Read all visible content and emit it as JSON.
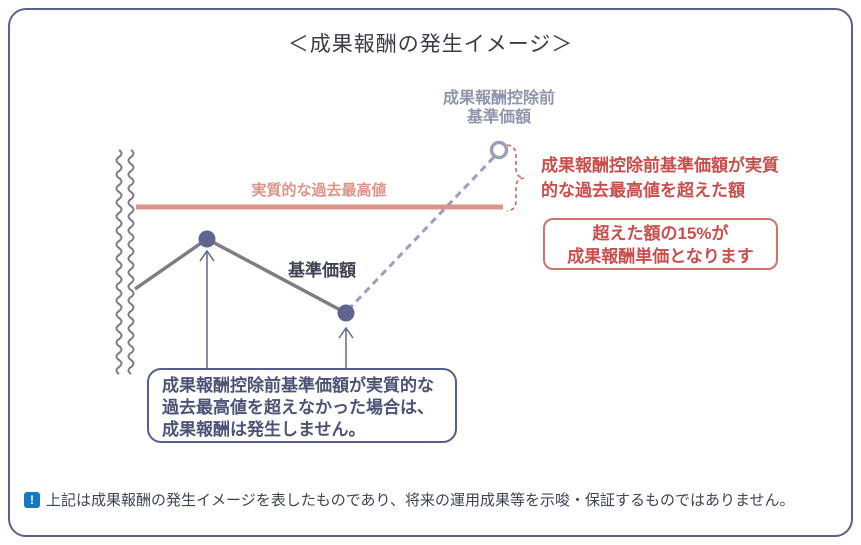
{
  "title": "＜成果報酬の発生イメージ＞",
  "chart": {
    "pre_fee_nav_label_line1": "成果報酬控除前",
    "pre_fee_nav_label_line2": "基準価額",
    "past_high_label": "実質的な過去最高値",
    "nav_label": "基準価額",
    "excess_note_line1": "成果報酬控除前基準価額が実質",
    "excess_note_line2": "的な過去最高値を超えた額",
    "fee_rate_box_line1": "超えた額の15%が",
    "fee_rate_box_line2": "成果報酬単価となります",
    "no_fee_note_line1": "成果報酬控除前基準価額が実質的な",
    "no_fee_note_line2": "過去最高値を超えなかった場合は、",
    "no_fee_note_line3": "成果報酬は発生しません。"
  },
  "footnote": {
    "icon_glyph": "!",
    "text": "上記は成果報酬の発生イメージを表したものであり、将来の運用成果等を示唆・保証するものではありません。"
  },
  "colors": {
    "frame_border": "#5a6288",
    "title_text": "#3b3b4a",
    "pre_fee_label": "#9095ae",
    "salmon_line": "#dd9488",
    "nav_line_gray": "#7e7d86",
    "dashed_projection": "#9aa0b8",
    "point_fill": "#5d6590",
    "accent_red": "#c84f4c",
    "red_box_border": "#d0736b",
    "navy_box_border": "#565e8c",
    "navy_box_text": "#4c5377",
    "footnote_text": "#3e4455",
    "warn_icon_blue": "#1878c8"
  }
}
